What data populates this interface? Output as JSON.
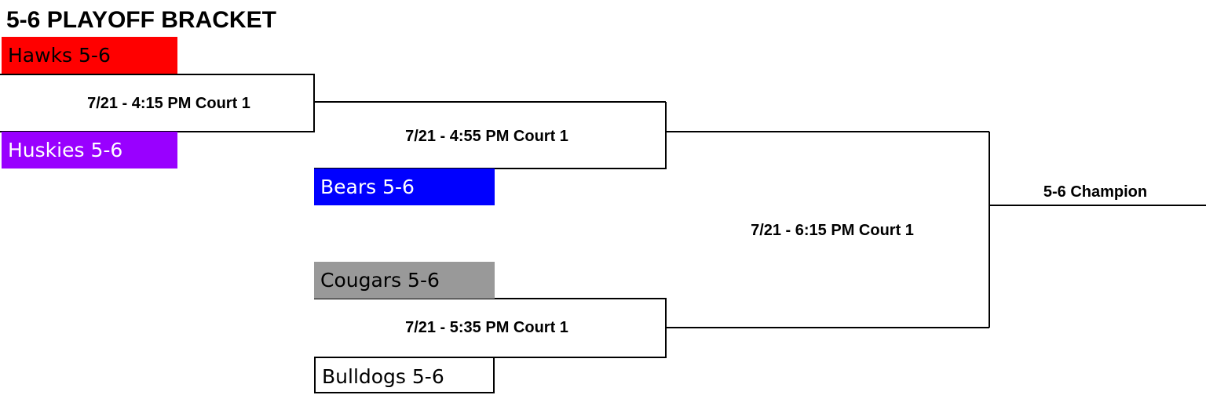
{
  "title": "5-6 PLAYOFF BRACKET",
  "teams": {
    "hawks": {
      "label": "Hawks 5-6",
      "color": "#ff0000",
      "text_color": "#000000"
    },
    "huskies": {
      "label": "Huskies 5-6",
      "color": "#9900ff",
      "text_color": "#ffffff"
    },
    "bears": {
      "label": "Bears 5-6",
      "color": "#0000ff",
      "text_color": "#ffffff"
    },
    "cougars": {
      "label": "Cougars 5-6",
      "color": "#999999",
      "text_color": "#000000"
    },
    "bulldogs": {
      "label": "Bulldogs 5-6",
      "color": "#ffffff",
      "text_color": "#000000"
    }
  },
  "games": {
    "game1": "7/21 - 4:15 PM Court 1",
    "game2": "7/21 - 4:55 PM Court 1",
    "game3": "7/21 - 5:35 PM Court 1",
    "final": "7/21 - 6:15 PM Court 1"
  },
  "champion": "5-6 Champion"
}
